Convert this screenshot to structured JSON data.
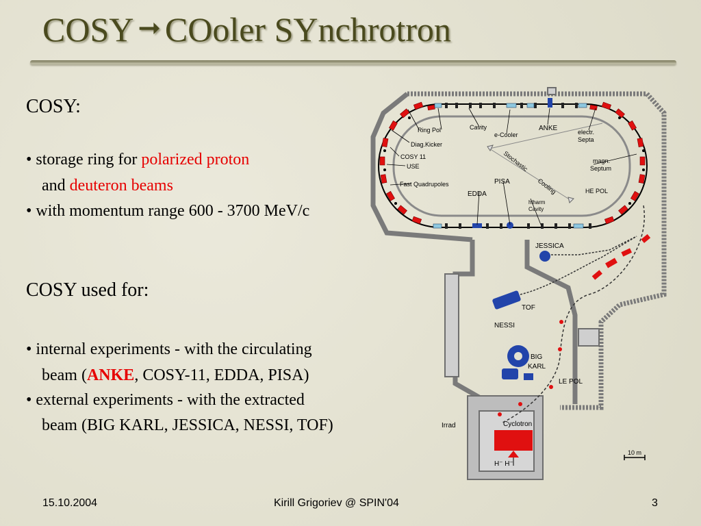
{
  "slide": {
    "title_left": "COSY",
    "title_right": "COoler SYnchrotron",
    "heading_1": "COSY:",
    "bullet_1_prefix": "•  storage ring for ",
    "bullet_1_red": "polarized proton",
    "bullet_1_cont_prefix": "and ",
    "bullet_1_cont_red": "deuteron beams",
    "bullet_2": "•  with momentum range 600 - 3700 MeV/c",
    "heading_2": "COSY used for:",
    "bullet_3_line1": "• internal experiments - with the circulating",
    "bullet_3_line2_prefix": "beam (",
    "bullet_3_line2_red": "ANKE",
    "bullet_3_line2_suffix": ", COSY-11, EDDA, PISA)",
    "bullet_4_line1": "• external experiments - with the extracted",
    "bullet_4_line2": "beam  (BIG KARL, JESSICA, NESSI, TOF)"
  },
  "diagram": {
    "labels": {
      "ring_pol": "Ring  Pol",
      "cavity": "Cavity",
      "e_cooler": "e-Cooler",
      "anke": "ANKE",
      "electr_septa_1": "electr.",
      "electr_septa_2": "Septa",
      "diag_kicker": "Diag.Kicker",
      "cosy11": "COSY 11",
      "use": "USE",
      "stochastic": "Stochastic",
      "cooling": "Cooling",
      "magn_septum_1": "magn.",
      "magn_septum_2": "Septum",
      "fast_quad": "Fast Quadrupoles",
      "pisa": "PISA",
      "edda": "EDDA",
      "he_pol": "HE  POL",
      "hiharm_1": "hiharm",
      "hiharm_2": "Cavity",
      "jessica": "JESSICA",
      "tof": "TOF",
      "nessi": "NESSI",
      "big_karl_1": "BIG",
      "big_karl_2": "KARL",
      "le_pol": "LE  POL",
      "irrad": "Irrad",
      "cyclotron": "Cyclotron",
      "h_minus": "H⁻  H⁻",
      "scale": "10 m"
    }
  },
  "footer": {
    "date": "15.10.2004",
    "author": "Kirill Grigoriev @ SPIN'04",
    "page": "3"
  }
}
